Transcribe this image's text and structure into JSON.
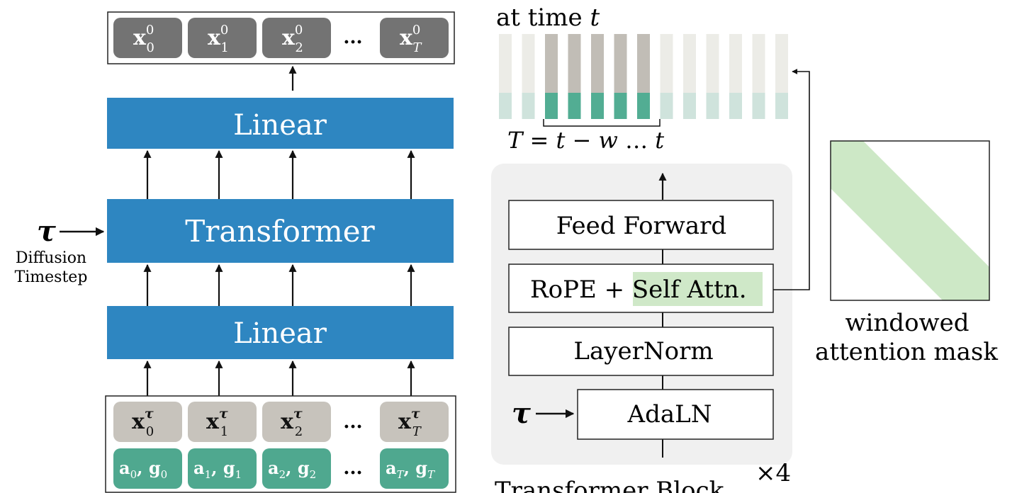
{
  "left": {
    "outputs": [
      {
        "sym": "x",
        "sup": "0",
        "sub": "0"
      },
      {
        "sym": "x",
        "sup": "0",
        "sub": "1"
      },
      {
        "sym": "x",
        "sup": "0",
        "sub": "2"
      },
      {
        "sym": "x",
        "sup": "0",
        "sub": "T"
      }
    ],
    "ellipsis": "...",
    "linear_top": "Linear",
    "transformer": "Transformer",
    "linear_bottom": "Linear",
    "tau": "τ",
    "diffusion_line1": "Diffusion",
    "diffusion_line2": "Timestep",
    "noisy_inputs": [
      {
        "sym": "x",
        "sup": "τ",
        "sub": "0"
      },
      {
        "sym": "x",
        "sup": "τ",
        "sub": "1"
      },
      {
        "sym": "x",
        "sup": "τ",
        "sub": "2"
      },
      {
        "sym": "x",
        "sup": "τ",
        "sub": "T"
      }
    ],
    "conditions": [
      {
        "a": "a",
        "g": "g",
        "sub": "0"
      },
      {
        "a": "a",
        "g": "g",
        "sub": "1"
      },
      {
        "a": "a",
        "g": "g",
        "sub": "2"
      },
      {
        "a": "a",
        "g": "g",
        "sub": "T"
      }
    ],
    "colors": {
      "blue": "#2e86c1",
      "dark_gray": "#737373",
      "light_gray": "#c7c3bc",
      "teal": "#4fa88f"
    }
  },
  "middle": {
    "at_time_prefix": "at time ",
    "at_time_var": "t",
    "window_prefix": "T",
    "window_eq": " = ",
    "window_t": "t",
    "window_minus": " − ",
    "window_w": "w",
    "window_dots": " … ",
    "window_t2": "t",
    "feed_forward": "Feed Forward",
    "rope_prefix": "RoPE + ",
    "self_attn": "Self Attn.",
    "layernorm": "LayerNorm",
    "adaln": "AdaLN",
    "tau": "τ",
    "block_label": "Transformer Block",
    "repeat": "×4",
    "colors": {
      "panel": "#f0f0f0",
      "highlight": "#cfe8c8",
      "active_top": "#c1bdb6",
      "active_bottom": "#52ad93",
      "inactive_top": "#ecece7",
      "inactive_bottom": "#cfe3dc"
    }
  },
  "right": {
    "label_line1": "windowed",
    "label_line2": "attention mask",
    "colors": {
      "band": "#cde8c6"
    }
  }
}
